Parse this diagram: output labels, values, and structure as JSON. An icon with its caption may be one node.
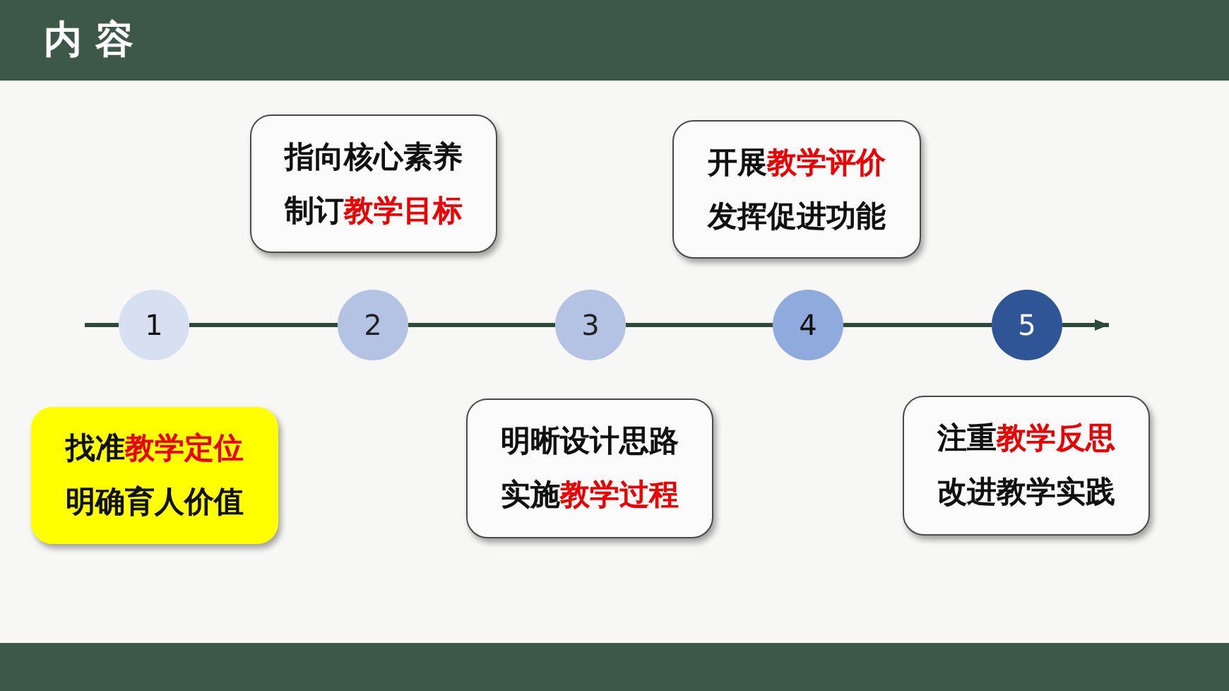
{
  "diagram": {
    "title": "内 容",
    "nodes": [
      {
        "text": [
          "1"
        ]
      },
      {
        "text": [
          "2"
        ]
      },
      {
        "text": [
          "3"
        ]
      },
      {
        "text": [
          "4"
        ]
      },
      {
        "text": [
          "5"
        ]
      },
      {
        "text": [
          "找准**教学定位**",
          "明确育人价值"
        ]
      },
      {
        "text": [
          "指向核心素养",
          "制订**教学目标**"
        ]
      },
      {
        "text": [
          "明晰设计思路",
          "实施**教学过程**"
        ]
      },
      {
        "text": [
          "开展**教学评价**",
          "发挥促进功能"
        ]
      },
      {
        "text": [
          "注重**教学反思**",
          "改进教学实践"
        ]
      }
    ],
    "edges": [
      {
        "from": null,
        "to": 0,
        "arrow": "none"
      },
      {
        "from": 0,
        "to": 1,
        "arrow": "none"
      },
      {
        "from": 1,
        "to": 2,
        "arrow": "none"
      },
      {
        "from": 2,
        "to": 3,
        "arrow": "none"
      },
      {
        "from": 3,
        "to": 4,
        "arrow": "none"
      },
      {
        "from": 4,
        "to": null,
        "arrow": "to"
      }
    ]
  }
}
